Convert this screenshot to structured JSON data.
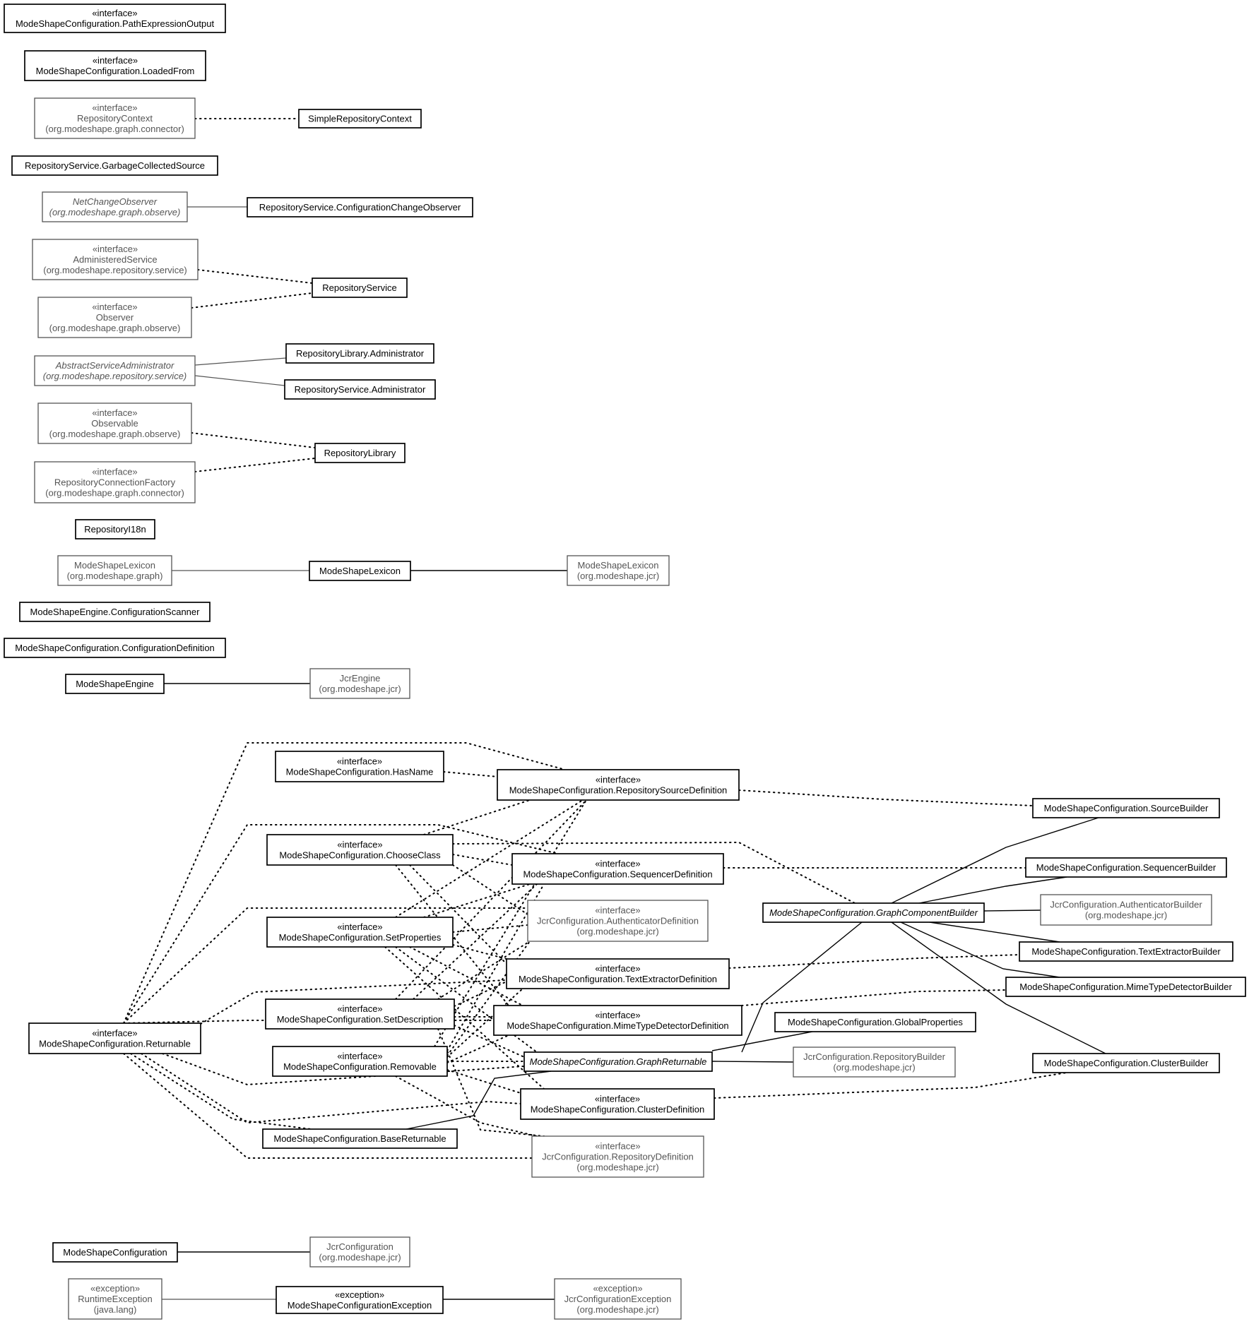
{
  "nodes": [
    {
      "id": "PathExpressionOutput",
      "lines": [
        "«interface»",
        "ModeShapeConfiguration.PathExpressionOutput"
      ],
      "kind": "local"
    },
    {
      "id": "LoadedFrom",
      "lines": [
        "«interface»",
        "ModeShapeConfiguration.LoadedFrom"
      ],
      "kind": "local"
    },
    {
      "id": "RepositoryContext",
      "lines": [
        "«interface»",
        "RepositoryContext",
        "(org.modeshape.graph.connector)"
      ],
      "kind": "ext"
    },
    {
      "id": "SimpleRepositoryContext",
      "lines": [
        "SimpleRepositoryContext"
      ],
      "kind": "local"
    },
    {
      "id": "GarbageCollectedSource",
      "lines": [
        "RepositoryService.GarbageCollectedSource"
      ],
      "kind": "local"
    },
    {
      "id": "NetChangeObserver",
      "lines": [
        "NetChangeObserver",
        "(org.modeshape.graph.observe)"
      ],
      "kind": "ext",
      "italic": true
    },
    {
      "id": "ConfigurationChangeObserver",
      "lines": [
        "RepositoryService.ConfigurationChangeObserver"
      ],
      "kind": "local"
    },
    {
      "id": "AdministeredService",
      "lines": [
        "«interface»",
        "AdministeredService",
        "(org.modeshape.repository.service)"
      ],
      "kind": "ext"
    },
    {
      "id": "RepositoryService",
      "lines": [
        "RepositoryService"
      ],
      "kind": "local"
    },
    {
      "id": "Observer",
      "lines": [
        "«interface»",
        "Observer",
        "(org.modeshape.graph.observe)"
      ],
      "kind": "ext"
    },
    {
      "id": "AbstractServiceAdministrator",
      "lines": [
        "AbstractServiceAdministrator",
        "(org.modeshape.repository.service)"
      ],
      "kind": "ext",
      "italic": true
    },
    {
      "id": "LibraryAdministrator",
      "lines": [
        "RepositoryLibrary.Administrator"
      ],
      "kind": "local"
    },
    {
      "id": "ServiceAdministrator",
      "lines": [
        "RepositoryService.Administrator"
      ],
      "kind": "local"
    },
    {
      "id": "Observable",
      "lines": [
        "«interface»",
        "Observable",
        "(org.modeshape.graph.observe)"
      ],
      "kind": "ext"
    },
    {
      "id": "RepositoryLibrary",
      "lines": [
        "RepositoryLibrary"
      ],
      "kind": "local"
    },
    {
      "id": "RepositoryConnectionFactory",
      "lines": [
        "«interface»",
        "RepositoryConnectionFactory",
        "(org.modeshape.graph.connector)"
      ],
      "kind": "ext"
    },
    {
      "id": "RepositoryI18n",
      "lines": [
        "RepositoryI18n"
      ],
      "kind": "local"
    },
    {
      "id": "GraphLexicon",
      "lines": [
        "ModeShapeLexicon",
        "(org.modeshape.graph)"
      ],
      "kind": "ext"
    },
    {
      "id": "ModeShapeLexicon",
      "lines": [
        "ModeShapeLexicon"
      ],
      "kind": "local"
    },
    {
      "id": "JcrLexicon",
      "lines": [
        "ModeShapeLexicon",
        "(org.modeshape.jcr)"
      ],
      "kind": "ext"
    },
    {
      "id": "ConfigurationScanner",
      "lines": [
        "ModeShapeEngine.ConfigurationScanner"
      ],
      "kind": "local"
    },
    {
      "id": "ConfigurationDefinition",
      "lines": [
        "ModeShapeConfiguration.ConfigurationDefinition"
      ],
      "kind": "local"
    },
    {
      "id": "ModeShapeEngine",
      "lines": [
        "ModeShapeEngine"
      ],
      "kind": "local"
    },
    {
      "id": "JcrEngine",
      "lines": [
        "JcrEngine",
        "(org.modeshape.jcr)"
      ],
      "kind": "ext"
    },
    {
      "id": "HasName",
      "lines": [
        "«interface»",
        "ModeShapeConfiguration.HasName"
      ],
      "kind": "local"
    },
    {
      "id": "RepositorySourceDefinition",
      "lines": [
        "«interface»",
        "ModeShapeConfiguration.RepositorySourceDefinition"
      ],
      "kind": "local"
    },
    {
      "id": "SourceBuilder",
      "lines": [
        "ModeShapeConfiguration.SourceBuilder"
      ],
      "kind": "local"
    },
    {
      "id": "ChooseClass",
      "lines": [
        "«interface»",
        "ModeShapeConfiguration.ChooseClass"
      ],
      "kind": "local"
    },
    {
      "id": "SequencerDefinition",
      "lines": [
        "«interface»",
        "ModeShapeConfiguration.SequencerDefinition"
      ],
      "kind": "local"
    },
    {
      "id": "SequencerBuilder",
      "lines": [
        "ModeShapeConfiguration.SequencerBuilder"
      ],
      "kind": "local"
    },
    {
      "id": "AuthenticatorDefinition",
      "lines": [
        "«interface»",
        "JcrConfiguration.AuthenticatorDefinition",
        "(org.modeshape.jcr)"
      ],
      "kind": "ext"
    },
    {
      "id": "GraphComponentBuilder",
      "lines": [
        "ModeShapeConfiguration.GraphComponentBuilder"
      ],
      "kind": "local",
      "italic": true
    },
    {
      "id": "AuthenticatorBuilder",
      "lines": [
        "JcrConfiguration.AuthenticatorBuilder",
        "(org.modeshape.jcr)"
      ],
      "kind": "ext"
    },
    {
      "id": "SetProperties",
      "lines": [
        "«interface»",
        "ModeShapeConfiguration.SetProperties"
      ],
      "kind": "local"
    },
    {
      "id": "TextExtractorBuilder",
      "lines": [
        "ModeShapeConfiguration.TextExtractorBuilder"
      ],
      "kind": "local"
    },
    {
      "id": "TextExtractorDefinition",
      "lines": [
        "«interface»",
        "ModeShapeConfiguration.TextExtractorDefinition"
      ],
      "kind": "local"
    },
    {
      "id": "MimeTypeDetectorBuilder",
      "lines": [
        "ModeShapeConfiguration.MimeTypeDetectorBuilder"
      ],
      "kind": "local"
    },
    {
      "id": "SetDescription",
      "lines": [
        "«interface»",
        "ModeShapeConfiguration.SetDescription"
      ],
      "kind": "local"
    },
    {
      "id": "MimeTypeDetectorDefinition",
      "lines": [
        "«interface»",
        "ModeShapeConfiguration.MimeTypeDetectorDefinition"
      ],
      "kind": "local"
    },
    {
      "id": "GlobalProperties",
      "lines": [
        "ModeShapeConfiguration.GlobalProperties"
      ],
      "kind": "local"
    },
    {
      "id": "Returnable",
      "lines": [
        "«interface»",
        "ModeShapeConfiguration.Returnable"
      ],
      "kind": "local"
    },
    {
      "id": "Removable",
      "lines": [
        "«interface»",
        "ModeShapeConfiguration.Removable"
      ],
      "kind": "local"
    },
    {
      "id": "GraphReturnable",
      "lines": [
        "ModeShapeConfiguration.GraphReturnable"
      ],
      "kind": "local",
      "italic": true
    },
    {
      "id": "RepositoryBuilder",
      "lines": [
        "JcrConfiguration.RepositoryBuilder",
        "(org.modeshape.jcr)"
      ],
      "kind": "ext"
    },
    {
      "id": "ClusterBuilder",
      "lines": [
        "ModeShapeConfiguration.ClusterBuilder"
      ],
      "kind": "local"
    },
    {
      "id": "ClusterDefinition",
      "lines": [
        "«interface»",
        "ModeShapeConfiguration.ClusterDefinition"
      ],
      "kind": "local"
    },
    {
      "id": "BaseReturnable",
      "lines": [
        "ModeShapeConfiguration.BaseReturnable"
      ],
      "kind": "local"
    },
    {
      "id": "RepositoryDefinition",
      "lines": [
        "«interface»",
        "JcrConfiguration.RepositoryDefinition",
        "(org.modeshape.jcr)"
      ],
      "kind": "ext"
    },
    {
      "id": "ModeShapeConfiguration",
      "lines": [
        "ModeShapeConfiguration"
      ],
      "kind": "local"
    },
    {
      "id": "JcrConfiguration",
      "lines": [
        "JcrConfiguration",
        "(org.modeshape.jcr)"
      ],
      "kind": "ext"
    },
    {
      "id": "RuntimeException",
      "lines": [
        "«exception»",
        "RuntimeException",
        "(java.lang)"
      ],
      "kind": "ext"
    },
    {
      "id": "ModeShapeConfigurationException",
      "lines": [
        "«exception»",
        "ModeShapeConfigurationException"
      ],
      "kind": "local"
    },
    {
      "id": "JcrConfigurationException",
      "lines": [
        "«exception»",
        "JcrConfigurationException",
        "(org.modeshape.jcr)"
      ],
      "kind": "ext"
    }
  ],
  "edges": [
    {
      "from": "RepositoryContext",
      "to": "SimpleRepositoryContext",
      "style": "dotted"
    },
    {
      "from": "NetChangeObserver",
      "to": "ConfigurationChangeObserver",
      "style": "solid-ext"
    },
    {
      "from": "AdministeredService",
      "to": "RepositoryService",
      "style": "dotted"
    },
    {
      "from": "Observer",
      "to": "RepositoryService",
      "style": "dotted"
    },
    {
      "from": "AbstractServiceAdministrator",
      "to": "LibraryAdministrator",
      "style": "solid-ext"
    },
    {
      "from": "AbstractServiceAdministrator",
      "to": "ServiceAdministrator",
      "style": "solid-ext"
    },
    {
      "from": "Observable",
      "to": "RepositoryLibrary",
      "style": "dotted"
    },
    {
      "from": "RepositoryConnectionFactory",
      "to": "RepositoryLibrary",
      "style": "dotted"
    },
    {
      "from": "GraphLexicon",
      "to": "ModeShapeLexicon",
      "style": "solid-ext"
    },
    {
      "from": "ModeShapeLexicon",
      "to": "JcrLexicon",
      "style": "solid"
    },
    {
      "from": "ModeShapeEngine",
      "to": "JcrEngine",
      "style": "solid"
    },
    {
      "from": "HasName",
      "to": "RepositorySourceDefinition",
      "style": "dotted"
    },
    {
      "from": "RepositorySourceDefinition",
      "to": "SourceBuilder",
      "style": "dotted"
    },
    {
      "from": "SequencerDefinition",
      "to": "SequencerBuilder",
      "style": "dotted"
    },
    {
      "from": "TextExtractorDefinition",
      "to": "TextExtractorBuilder",
      "style": "dotted"
    },
    {
      "from": "MimeTypeDetectorDefinition",
      "to": "MimeTypeDetectorBuilder",
      "style": "dotted"
    },
    {
      "from": "ClusterDefinition",
      "to": "ClusterBuilder",
      "style": "dotted"
    },
    {
      "from": "ChooseClass",
      "to": "GraphComponentBuilder",
      "style": "dotted"
    },
    {
      "from": "GraphComponentBuilder",
      "to": "SourceBuilder",
      "style": "solid"
    },
    {
      "from": "GraphComponentBuilder",
      "to": "SequencerBuilder",
      "style": "solid"
    },
    {
      "from": "GraphComponentBuilder",
      "to": "AuthenticatorBuilder",
      "style": "solid"
    },
    {
      "from": "GraphComponentBuilder",
      "to": "TextExtractorBuilder",
      "style": "solid"
    },
    {
      "from": "GraphComponentBuilder",
      "to": "MimeTypeDetectorBuilder",
      "style": "solid"
    },
    {
      "from": "GraphComponentBuilder",
      "to": "ClusterBuilder",
      "style": "solid"
    },
    {
      "from": "GraphReturnable",
      "to": "GraphComponentBuilder",
      "style": "solid"
    },
    {
      "from": "GraphReturnable",
      "to": "GlobalProperties",
      "style": "solid"
    },
    {
      "from": "GraphReturnable",
      "to": "RepositoryBuilder",
      "style": "solid"
    },
    {
      "from": "BaseReturnable",
      "to": "GraphReturnable",
      "style": "solid"
    },
    {
      "from": "Returnable",
      "to": "RepositorySourceDefinition",
      "style": "dotted"
    },
    {
      "from": "Returnable",
      "to": "SequencerDefinition",
      "style": "dotted"
    },
    {
      "from": "Returnable",
      "to": "AuthenticatorDefinition",
      "style": "dotted"
    },
    {
      "from": "Returnable",
      "to": "TextExtractorDefinition",
      "style": "dotted"
    },
    {
      "from": "Returnable",
      "to": "MimeTypeDetectorDefinition",
      "style": "dotted"
    },
    {
      "from": "Returnable",
      "to": "GraphReturnable",
      "style": "dotted"
    },
    {
      "from": "Returnable",
      "to": "ClusterDefinition",
      "style": "dotted"
    },
    {
      "from": "Returnable",
      "to": "BaseReturnable",
      "style": "dotted"
    },
    {
      "from": "Returnable",
      "to": "RepositoryDefinition",
      "style": "dotted"
    },
    {
      "from": "ChooseClass",
      "to": "RepositorySourceDefinition",
      "style": "dotted"
    },
    {
      "from": "ChooseClass",
      "to": "SequencerDefinition",
      "style": "dotted"
    },
    {
      "from": "ChooseClass",
      "to": "AuthenticatorDefinition",
      "style": "dotted"
    },
    {
      "from": "ChooseClass",
      "to": "TextExtractorDefinition",
      "style": "dotted"
    },
    {
      "from": "ChooseClass",
      "to": "MimeTypeDetectorDefinition",
      "style": "dotted"
    },
    {
      "from": "SetProperties",
      "to": "RepositorySourceDefinition",
      "style": "dotted"
    },
    {
      "from": "SetProperties",
      "to": "SequencerDefinition",
      "style": "dotted"
    },
    {
      "from": "SetProperties",
      "to": "AuthenticatorDefinition",
      "style": "dotted"
    },
    {
      "from": "SetProperties",
      "to": "TextExtractorDefinition",
      "style": "dotted"
    },
    {
      "from": "SetProperties",
      "to": "MimeTypeDetectorDefinition",
      "style": "dotted"
    },
    {
      "from": "SetProperties",
      "to": "GraphReturnable",
      "style": "dotted"
    },
    {
      "from": "SetProperties",
      "to": "ClusterDefinition",
      "style": "dotted"
    },
    {
      "from": "SetDescription",
      "to": "RepositorySourceDefinition",
      "style": "dotted"
    },
    {
      "from": "SetDescription",
      "to": "SequencerDefinition",
      "style": "dotted"
    },
    {
      "from": "SetDescription",
      "to": "AuthenticatorDefinition",
      "style": "dotted"
    },
    {
      "from": "SetDescription",
      "to": "TextExtractorDefinition",
      "style": "dotted"
    },
    {
      "from": "SetDescription",
      "to": "MimeTypeDetectorDefinition",
      "style": "dotted"
    },
    {
      "from": "SetDescription",
      "to": "GraphReturnable",
      "style": "dotted"
    },
    {
      "from": "SetDescription",
      "to": "RepositoryDefinition",
      "style": "dotted"
    },
    {
      "from": "Removable",
      "to": "RepositorySourceDefinition",
      "style": "dotted"
    },
    {
      "from": "Removable",
      "to": "SequencerDefinition",
      "style": "dotted"
    },
    {
      "from": "Removable",
      "to": "AuthenticatorDefinition",
      "style": "dotted"
    },
    {
      "from": "Removable",
      "to": "TextExtractorDefinition",
      "style": "dotted"
    },
    {
      "from": "Removable",
      "to": "MimeTypeDetectorDefinition",
      "style": "dotted"
    },
    {
      "from": "Removable",
      "to": "GraphReturnable",
      "style": "dotted"
    },
    {
      "from": "Removable",
      "to": "ClusterDefinition",
      "style": "dotted"
    },
    {
      "from": "Removable",
      "to": "RepositoryDefinition",
      "style": "dotted"
    },
    {
      "from": "ModeShapeConfiguration",
      "to": "JcrConfiguration",
      "style": "solid"
    },
    {
      "from": "RuntimeException",
      "to": "ModeShapeConfigurationException",
      "style": "solid-ext"
    },
    {
      "from": "ModeShapeConfigurationException",
      "to": "JcrConfigurationException",
      "style": "solid"
    }
  ]
}
